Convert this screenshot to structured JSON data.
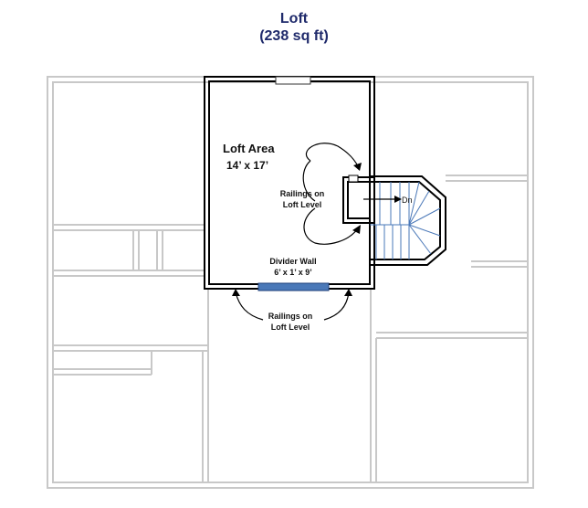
{
  "title": "Loft",
  "subtitle": "(238 sq ft)",
  "loft_area": {
    "name": "Loft Area",
    "dimensions": "14’ x 17’"
  },
  "railings_upper": {
    "line1": "Railings on",
    "line2": "Loft Level"
  },
  "railings_lower": {
    "line1": "Railings on",
    "line2": "Loft Level"
  },
  "divider_wall": {
    "name": "Divider Wall",
    "dimensions": "6’ x 1’ x 9’"
  },
  "stair_label": "Dn",
  "colors": {
    "title": "#1f2a6b",
    "ghost_wall": "#c8c8c8",
    "loft_wall": "#000000",
    "divider_wall": "#4a78b8",
    "stair_lines": "#4a78b8"
  }
}
